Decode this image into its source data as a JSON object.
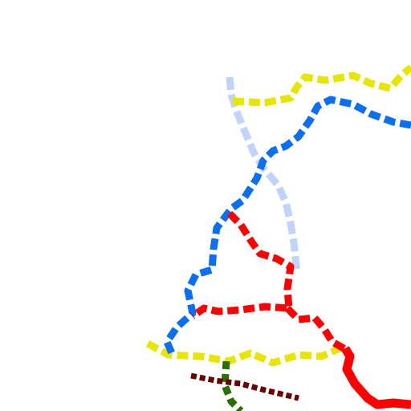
{
  "map": {
    "background": "#ffffff",
    "routes": [
      {
        "id": "route-yellow",
        "color": "#e6e600",
        "style": "dashed"
      },
      {
        "id": "route-blue",
        "color": "#0a6ff0",
        "style": "dashed"
      },
      {
        "id": "route-light-blue",
        "color": "#c0d4fa",
        "style": "dashed"
      },
      {
        "id": "route-red",
        "color": "#ff0000",
        "style": "dashed"
      },
      {
        "id": "route-red-solid",
        "color": "#ff0000",
        "style": "solid"
      },
      {
        "id": "route-green",
        "color": "#2a7000",
        "style": "dashed"
      },
      {
        "id": "route-maroon",
        "color": "#6a0000",
        "style": "dotted"
      }
    ]
  }
}
